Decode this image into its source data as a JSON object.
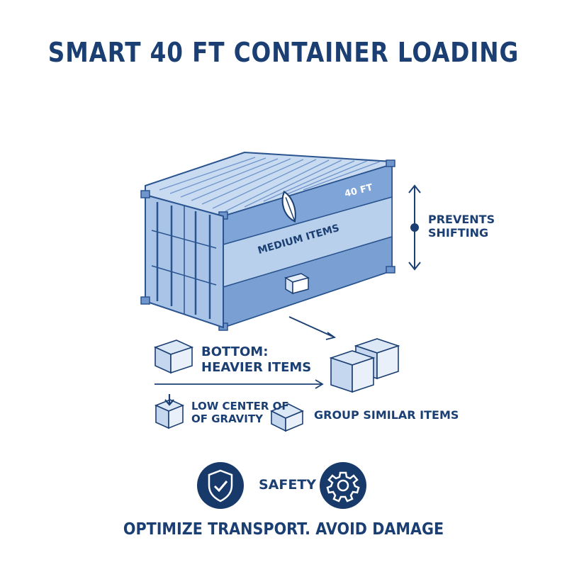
{
  "title": "SMART 40 FT CONTAINER LOADING",
  "container": {
    "size_label": "40 FT",
    "middle_zone_label": "MEDIUM ITEMS"
  },
  "callouts": {
    "prevents_line1": "PREVENTS",
    "prevents_line2": "SHIFTING",
    "bottom_line1": "BOTTOM:",
    "bottom_line2": "HEAVIER ITEMS",
    "low_center_line1": "LOW CENTER OF",
    "low_center_line2": "OF GRAVITY",
    "group_similar": "GROUP SIMILAR ITEMS",
    "safety": "SAFETY"
  },
  "footer": "OPTIMIZE TRANSPORT. AVOID DAMAGE",
  "icons": [
    "feather-icon",
    "box-icon",
    "arrow-down-icon",
    "shield-check-icon",
    "gear-icon",
    "double-arrow-vertical-icon"
  ],
  "colors": {
    "navy": "#1b3f73",
    "container_light": "#b9d0ec",
    "container_mid": "#8fb1de",
    "container_dark": "#6e95cc",
    "outline": "#2a548f"
  }
}
